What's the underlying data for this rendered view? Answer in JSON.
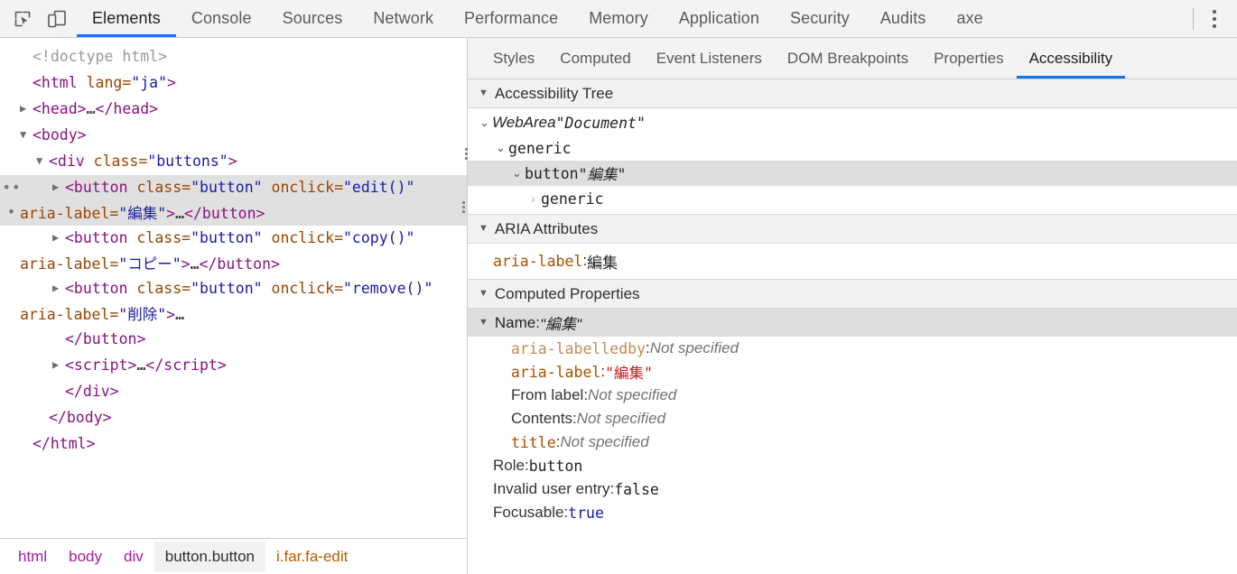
{
  "toolbar": {
    "icons": [
      {
        "name": "inspect-element-icon",
        "label": "Inspect element"
      },
      {
        "name": "device-toolbar-icon",
        "label": "Toggle device toolbar"
      }
    ],
    "tabs": [
      {
        "label": "Elements",
        "active": true
      },
      {
        "label": "Console",
        "active": false
      },
      {
        "label": "Sources",
        "active": false
      },
      {
        "label": "Network",
        "active": false
      },
      {
        "label": "Performance",
        "active": false
      },
      {
        "label": "Memory",
        "active": false
      },
      {
        "label": "Application",
        "active": false
      },
      {
        "label": "Security",
        "active": false
      },
      {
        "label": "Audits",
        "active": false
      },
      {
        "label": "axe",
        "active": false
      }
    ],
    "more_label": "More options",
    "accent_color": "#1a73e8"
  },
  "dom_tree": {
    "ellipsis_badge": "…",
    "rows": [
      {
        "indent": 1,
        "arrow": "",
        "selected": false,
        "segments": [
          {
            "t": "<!doctype html>",
            "c": "c-doctype"
          }
        ]
      },
      {
        "indent": 1,
        "arrow": "",
        "selected": false,
        "segments": [
          {
            "t": "<html ",
            "c": "c-tag"
          },
          {
            "t": "lang",
            "c": "c-attr"
          },
          {
            "t": "=",
            "c": "c-attr"
          },
          {
            "t": "\"ja\"",
            "c": "c-val"
          },
          {
            "t": ">",
            "c": "c-tag"
          }
        ]
      },
      {
        "indent": 1,
        "arrow": "▶",
        "selected": false,
        "segments": [
          {
            "t": "<head>",
            "c": "c-tag"
          },
          {
            "t": "…",
            "c": "c-ell"
          },
          {
            "t": "</head>",
            "c": "c-tag"
          }
        ]
      },
      {
        "indent": 1,
        "arrow": "▼",
        "selected": false,
        "segments": [
          {
            "t": "<body>",
            "c": "c-tag"
          }
        ]
      },
      {
        "indent": 2,
        "arrow": "▼",
        "selected": false,
        "segments": [
          {
            "t": "<div ",
            "c": "c-tag"
          },
          {
            "t": "class",
            "c": "c-attr"
          },
          {
            "t": "=",
            "c": "c-attr"
          },
          {
            "t": "\"buttons\"",
            "c": "c-val"
          },
          {
            "t": ">",
            "c": "c-tag"
          }
        ]
      },
      {
        "indent": 3,
        "arrow": "▶",
        "selected": true,
        "badge": true,
        "grip": true,
        "segments": [
          {
            "t": "<button ",
            "c": "c-tag"
          },
          {
            "t": "class",
            "c": "c-attr"
          },
          {
            "t": "=",
            "c": "c-attr"
          },
          {
            "t": "\"button\"",
            "c": "c-val"
          },
          {
            "t": " ",
            "c": "c-attr"
          },
          {
            "t": "onclick",
            "c": "c-attr"
          },
          {
            "t": "=",
            "c": "c-attr"
          },
          {
            "t": "\"edit()\"",
            "c": "c-val"
          },
          {
            "t": " ",
            "c": "c-attr"
          },
          {
            "t": "aria-label",
            "c": "c-attr"
          },
          {
            "t": "=",
            "c": "c-attr"
          },
          {
            "t": "\"編集\"",
            "c": "c-val"
          },
          {
            "t": ">",
            "c": "c-tag"
          },
          {
            "t": "…",
            "c": "c-ell"
          },
          {
            "t": "</button>",
            "c": "c-tag"
          }
        ]
      },
      {
        "indent": 3,
        "arrow": "▶",
        "selected": false,
        "segments": [
          {
            "t": "<button ",
            "c": "c-tag"
          },
          {
            "t": "class",
            "c": "c-attr"
          },
          {
            "t": "=",
            "c": "c-attr"
          },
          {
            "t": "\"button\"",
            "c": "c-val"
          },
          {
            "t": " ",
            "c": "c-attr"
          },
          {
            "t": "onclick",
            "c": "c-attr"
          },
          {
            "t": "=",
            "c": "c-attr"
          },
          {
            "t": "\"copy()\"",
            "c": "c-val"
          },
          {
            "t": " ",
            "c": "c-attr"
          },
          {
            "t": "aria-label",
            "c": "c-attr"
          },
          {
            "t": "=",
            "c": "c-attr"
          },
          {
            "t": "\"コピー\"",
            "c": "c-val"
          },
          {
            "t": ">",
            "c": "c-tag"
          },
          {
            "t": "…",
            "c": "c-ell"
          },
          {
            "t": "</button>",
            "c": "c-tag"
          }
        ]
      },
      {
        "indent": 3,
        "arrow": "▶",
        "selected": false,
        "segments": [
          {
            "t": "<button ",
            "c": "c-tag"
          },
          {
            "t": "class",
            "c": "c-attr"
          },
          {
            "t": "=",
            "c": "c-attr"
          },
          {
            "t": "\"button\"",
            "c": "c-val"
          },
          {
            "t": " ",
            "c": "c-attr"
          },
          {
            "t": "onclick",
            "c": "c-attr"
          },
          {
            "t": "=",
            "c": "c-attr"
          },
          {
            "t": "\"remove()\"",
            "c": "c-val"
          },
          {
            "t": " ",
            "c": "c-attr"
          },
          {
            "t": "aria-label",
            "c": "c-attr"
          },
          {
            "t": "=",
            "c": "c-attr"
          },
          {
            "t": "\"削除\"",
            "c": "c-val"
          },
          {
            "t": ">",
            "c": "c-tag"
          },
          {
            "t": "…",
            "c": "c-ell"
          }
        ]
      },
      {
        "indent": 3,
        "arrow": "",
        "selected": false,
        "segments": [
          {
            "t": "</button>",
            "c": "c-tag"
          }
        ]
      },
      {
        "indent": 3,
        "arrow": "▶",
        "selected": false,
        "segments": [
          {
            "t": "<script>",
            "c": "c-tag"
          },
          {
            "t": "…",
            "c": "c-ell"
          },
          {
            "t": "</script>",
            "c": "c-tag"
          }
        ]
      },
      {
        "indent": 3,
        "arrow": "",
        "selected": false,
        "segments": [
          {
            "t": "</div>",
            "c": "c-tag"
          }
        ]
      },
      {
        "indent": 2,
        "arrow": "",
        "selected": false,
        "segments": [
          {
            "t": "</body>",
            "c": "c-tag"
          }
        ]
      },
      {
        "indent": 1,
        "arrow": "",
        "selected": false,
        "segments": [
          {
            "t": "</html>",
            "c": "c-tag"
          }
        ]
      }
    ]
  },
  "breadcrumb": [
    {
      "label": "html",
      "kind": "kind-tag",
      "selected": false
    },
    {
      "label": "body",
      "kind": "kind-tag",
      "selected": false
    },
    {
      "label": "div",
      "kind": "kind-tag",
      "selected": false
    },
    {
      "label": "button.button",
      "kind": "kind-sel",
      "selected": true
    },
    {
      "label": "i.far.fa-edit",
      "kind": "kind-cls",
      "selected": false
    }
  ],
  "sidebar": {
    "tabs": [
      {
        "label": "Styles",
        "active": false
      },
      {
        "label": "Computed",
        "active": false
      },
      {
        "label": "Event Listeners",
        "active": false
      },
      {
        "label": "DOM Breakpoints",
        "active": false
      },
      {
        "label": "Properties",
        "active": false
      },
      {
        "label": "Accessibility",
        "active": true
      }
    ],
    "sections": {
      "tree": {
        "title": "Accessibility Tree",
        "expanded": true,
        "rows": [
          {
            "level": 0,
            "chev": "⌄",
            "role": "WebArea",
            "role_italic": true,
            "name": "\"Document\"",
            "name_italic": true,
            "selected": false
          },
          {
            "level": 1,
            "chev": "⌄",
            "role": "generic",
            "role_italic": false,
            "name": "",
            "name_italic": false,
            "selected": false
          },
          {
            "level": 2,
            "chev": "⌄",
            "role": "button",
            "role_italic": false,
            "name": "\"編集\"",
            "name_italic": true,
            "selected": true
          },
          {
            "level": 3,
            "chev": "›",
            "role": "generic",
            "role_italic": false,
            "name": "",
            "name_italic": false,
            "selected": false,
            "chev_faded": true
          }
        ]
      },
      "aria": {
        "title": "ARIA Attributes",
        "expanded": true,
        "attributes": [
          {
            "key": "aria-label",
            "value": "編集"
          }
        ]
      },
      "computed": {
        "title": "Computed Properties",
        "expanded": true,
        "name_row": {
          "caret": "▼",
          "label": "Name:",
          "value": "\"編集\""
        },
        "name_sources": [
          {
            "key": "aria-labelledby",
            "key_style": "k-attr-faded",
            "key_mono": true,
            "value": "Not specified",
            "value_style": "not-spec"
          },
          {
            "key": "aria-label",
            "key_style": "k-attr",
            "key_mono": true,
            "value": "\"編集\"",
            "value_style": "v-red"
          },
          {
            "key": "From label",
            "key_style": "",
            "key_mono": false,
            "value": "Not specified",
            "value_style": "not-spec"
          },
          {
            "key": "Contents",
            "key_style": "",
            "key_mono": false,
            "value": "Not specified",
            "value_style": "not-spec"
          },
          {
            "key": "title",
            "key_style": "k-attr",
            "key_mono": true,
            "value": "Not specified",
            "value_style": "not-spec"
          }
        ],
        "properties": [
          {
            "key": "Role",
            "value": "button",
            "value_style": "v-mono"
          },
          {
            "key": "Invalid user entry",
            "value": "false",
            "value_style": "v-mono"
          },
          {
            "key": "Focusable",
            "value": "true",
            "value_style": "v-blue"
          }
        ]
      }
    }
  }
}
